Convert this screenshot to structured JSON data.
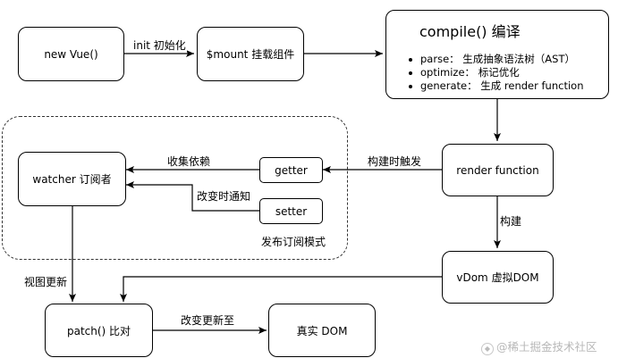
{
  "nodes": {
    "new_vue": "new Vue()",
    "mount": "$mount 挂载组件",
    "compile": {
      "title": "compile() 编译",
      "items": [
        "parse： 生成抽象语法树（AST）",
        "optimize： 标记优化",
        "generate： 生成 render function"
      ]
    },
    "render_function": "render function",
    "watcher": "watcher 订阅者",
    "getter": "getter",
    "setter": "setter",
    "vdom": "vDom 虚拟DOM",
    "patch": "patch() 比对",
    "real_dom": "真实 DOM"
  },
  "edges": {
    "init": "init 初始化",
    "collect_deps": "收集依赖",
    "notify_change": "改变时通知",
    "trigger_on_build": "构建时触发",
    "build": "构建",
    "view_update": "视图更新",
    "apply_change": "改变更新至"
  },
  "group_label": "发布订阅模式",
  "watermark": "@稀土掘金技术社区"
}
